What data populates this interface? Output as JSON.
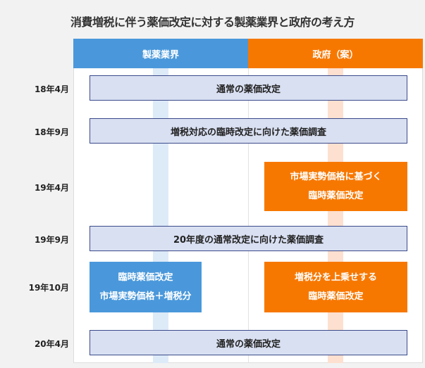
{
  "title": "消費増税に伴う薬価改定に対する製薬業界と政府の考え方",
  "columns": {
    "industry": "製薬業界",
    "government": "政府（案）"
  },
  "colors": {
    "industry": "#4a98db",
    "government": "#f77800",
    "common": "#d9e0f2"
  },
  "rows": [
    {
      "date": "18年4月",
      "common": "通常の薬価改定"
    },
    {
      "date": "18年9月",
      "common": "増税対応の臨時改定に向けた薬価調査"
    },
    {
      "date": "19年4月",
      "government": [
        "市場実勢価格に基づく",
        "臨時薬価改定"
      ]
    },
    {
      "date": "19年9月",
      "common": "20年度の通常改定に向けた薬価調査"
    },
    {
      "date": "19年10月",
      "industry": [
        "臨時薬価改定",
        "市場実勢価格＋増税分"
      ],
      "government": [
        "増税分を上乗せする",
        "臨時薬価改定"
      ]
    },
    {
      "date": "20年4月",
      "common": "通常の薬価改定"
    }
  ]
}
